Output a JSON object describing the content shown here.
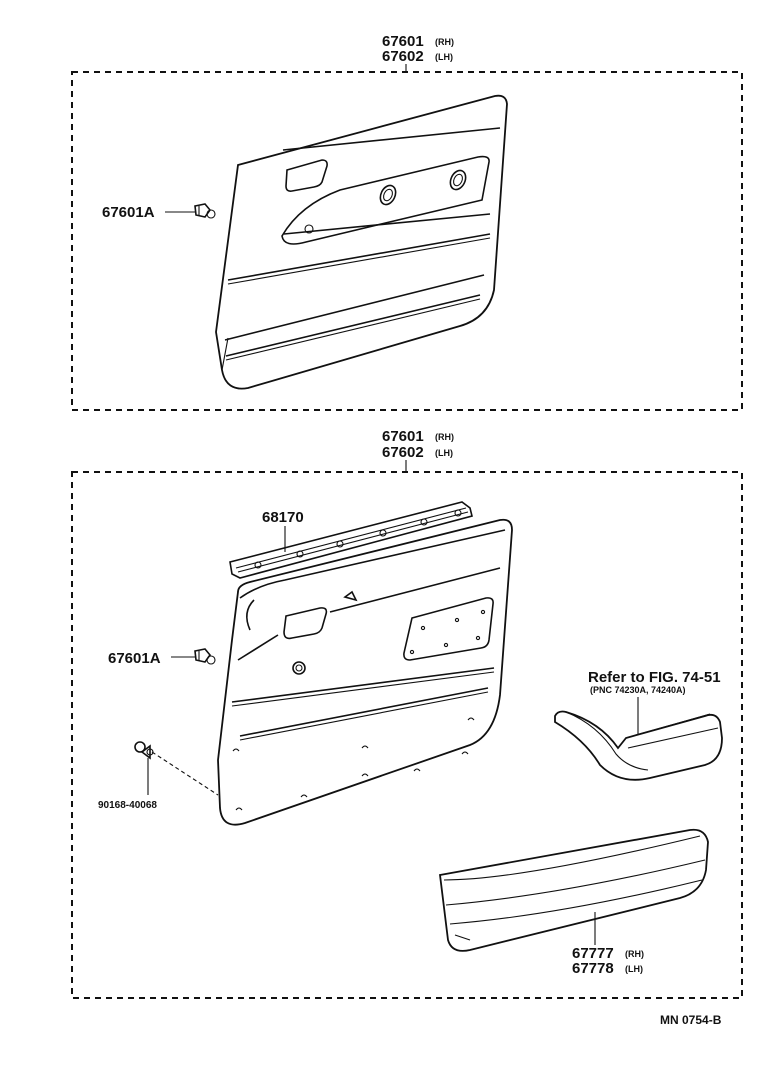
{
  "top": {
    "part_rh": "67601",
    "suffix_rh": "(RH)",
    "part_lh": "67602",
    "suffix_lh": "(LH)",
    "clip_label": "67601A"
  },
  "bottom": {
    "part_rh": "67601",
    "suffix_rh": "(RH)",
    "part_lh": "67602",
    "suffix_lh": "(LH)",
    "clip_label": "67601A",
    "molding_label": "68170",
    "screw_label": "90168-40068",
    "refer_text": "Refer to FIG. 74-51",
    "refer_pnc": "(PNC 74230A, 74240A)",
    "pocket_rh": "67777",
    "pocket_rh_suffix": "(RH)",
    "pocket_lh": "67778",
    "pocket_lh_suffix": "(LH)"
  },
  "figure_code": "MN 0754-B"
}
